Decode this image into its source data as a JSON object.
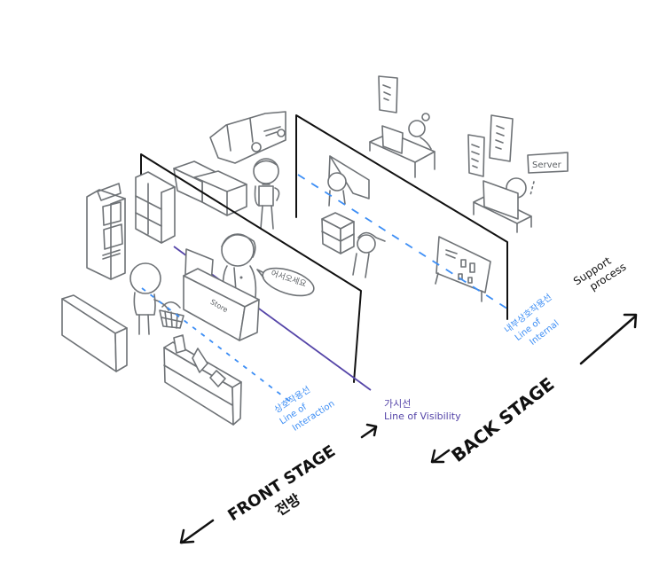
{
  "diagram": {
    "colors": {
      "sketch": "#6e7276",
      "wall": "#111111",
      "line_of_interaction": "#3d8ef5",
      "line_of_visibility": "#5545a8",
      "line_of_internal": "#3d8ef5"
    },
    "speech_bubble": "어서오세요",
    "counter_sign": "Store",
    "server_label": "Server",
    "lines": {
      "interaction": {
        "ko": "상호작용선",
        "en1": "Line of",
        "en2": "Interaction"
      },
      "visibility": {
        "ko": "가시선",
        "en": "Line of Visibility"
      },
      "internal": {
        "ko": "내부상호작용선",
        "en1": "Line of",
        "en2": "Internal"
      }
    },
    "zones": {
      "front_stage": {
        "en": "FRONT STAGE",
        "ko": "전방"
      },
      "back_stage": {
        "en": "BACK STAGE"
      },
      "support": {
        "line1": "Support",
        "line2": "process"
      }
    },
    "icons": [
      "arrow-left-icon",
      "arrow-right-icon",
      "truck-icon",
      "kiosk-icon",
      "shelf-icon",
      "basket-icon"
    ]
  }
}
